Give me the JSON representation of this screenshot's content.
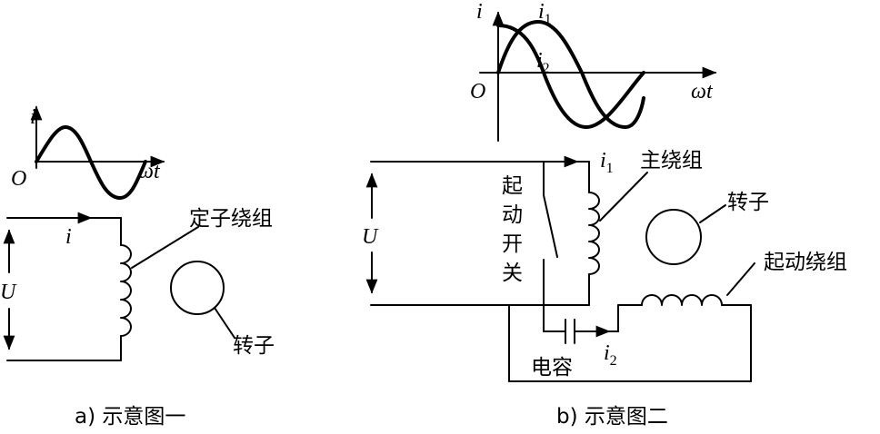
{
  "panel_a": {
    "caption": "a) 示意图一",
    "graph": {
      "y_axis": "i",
      "x_axis": "ωt",
      "origin": "O"
    },
    "current_label": "i",
    "voltage_label": "U",
    "stator_label": "定子绕组",
    "rotor_label": "转子"
  },
  "panel_b": {
    "caption": "b) 示意图二",
    "graph": {
      "y_axis": "i",
      "x_axis": "ωt",
      "origin": "O",
      "series": [
        "i1",
        "i2"
      ]
    },
    "voltage_label": "U",
    "main_winding_label": "主绕组",
    "main_current_label": "i1",
    "start_switch_label": [
      "起",
      "动",
      "开",
      "关"
    ],
    "rotor_label": "转子",
    "start_winding_label": "起动绕组",
    "capacitor_label": "电容",
    "start_current_label": "i2"
  }
}
